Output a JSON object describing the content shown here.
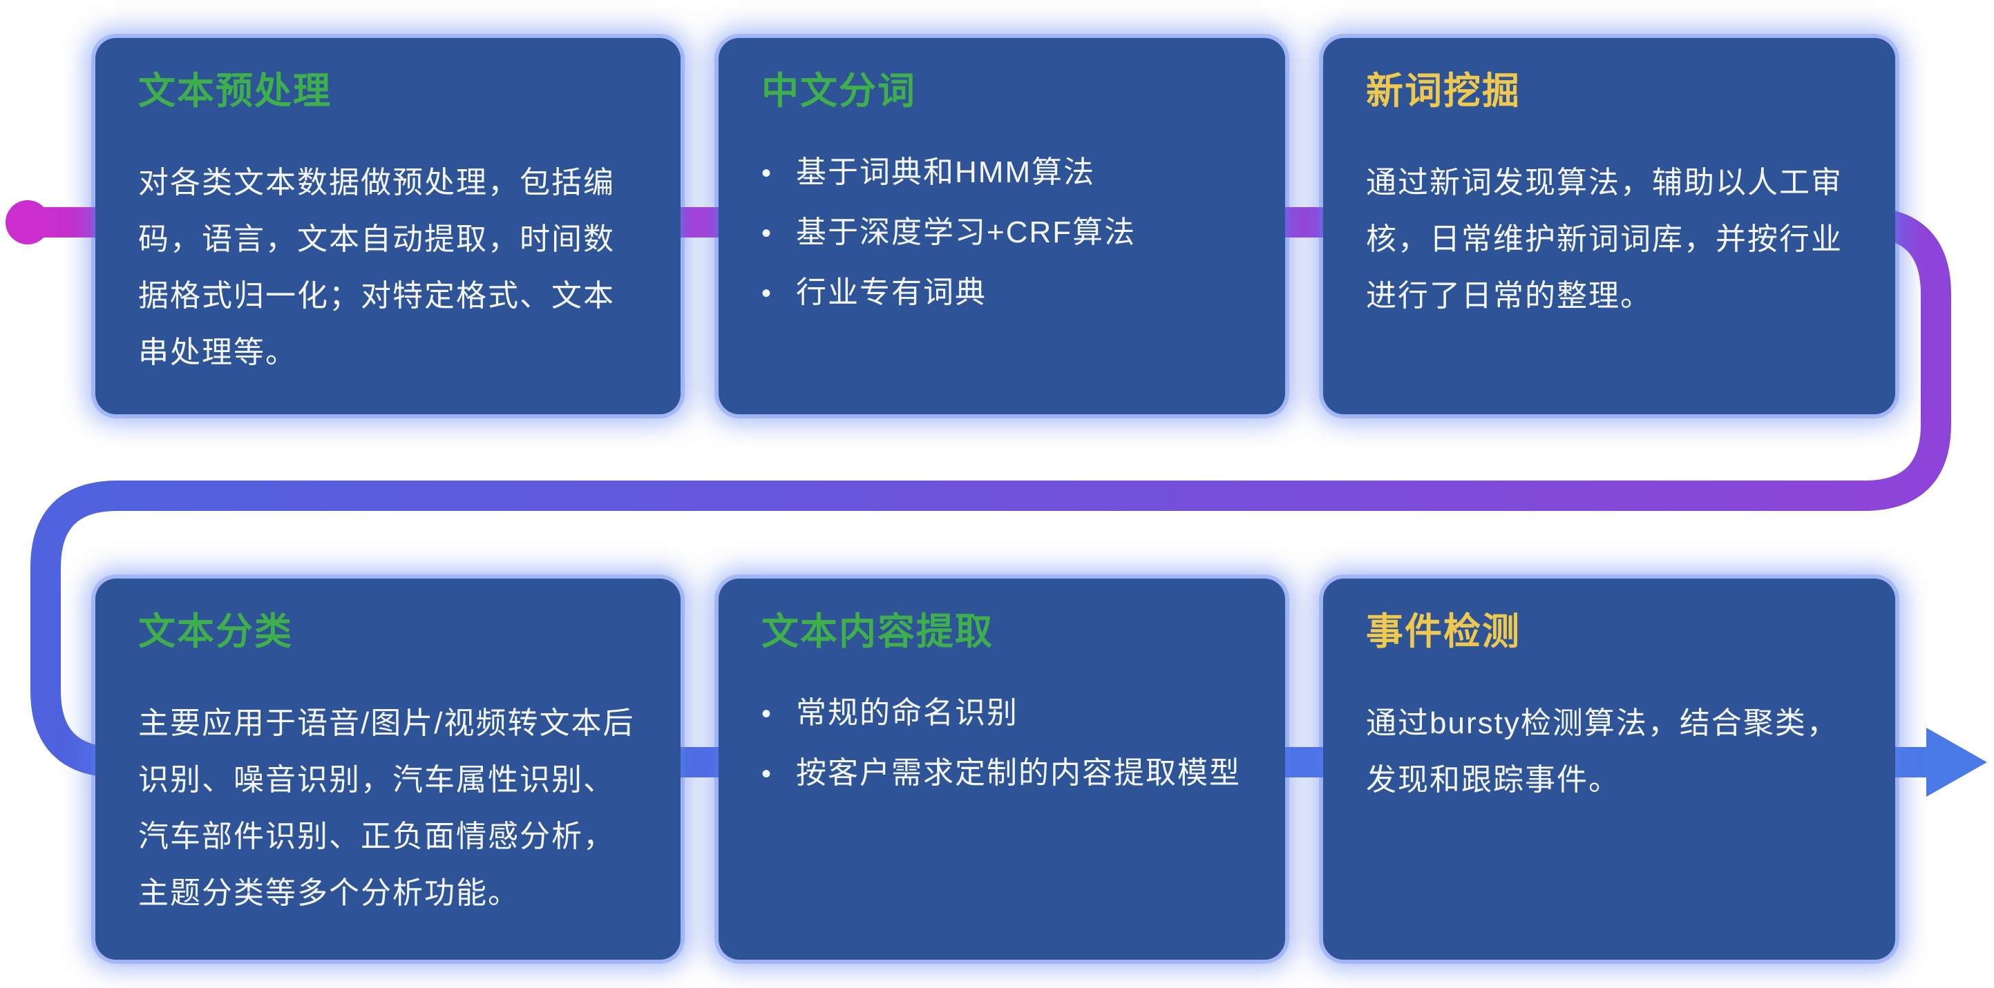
{
  "theme": {
    "page-bg": "#ffffff",
    "card-bg": "#2e5396",
    "card-glow": "rgba(88,124,238,0.50)",
    "card-glow-soft": "rgba(88,124,238,0.30)",
    "title-green": "#3fae4d",
    "title-yellow": "#eec84f",
    "body-text": "#f4f7fd",
    "flow-magenta": "#cb2dce",
    "flow-purple": "#8e44d8",
    "flow-blue-mid": "#4f63de",
    "flow-blue": "#4a7ae8"
  },
  "flow": {
    "start_marker": "dot",
    "end_marker": "arrow-right"
  },
  "cards": [
    {
      "title": "文本预处理",
      "accent": "green",
      "body": "对各类文本数据做预处理，包括编码，语言，文本自动提取，时间数据格式归一化；对特定格式、文本串处理等。"
    },
    {
      "title": "中文分词",
      "accent": "green",
      "bullets": [
        "基于词典和HMM算法",
        "基于深度学习+CRF算法",
        "行业专有词典"
      ]
    },
    {
      "title": "新词挖掘",
      "accent": "yellow",
      "body": "通过新词发现算法，辅助以人工审核，日常维护新词词库，并按行业进行了日常的整理。"
    },
    {
      "title": "文本分类",
      "accent": "green",
      "body": "主要应用于语音/图片/视频转文本后识别、噪音识别，汽车属性识别、汽车部件识别、正负面情感分析，主题分类等多个分析功能。"
    },
    {
      "title": "文本内容提取",
      "accent": "green",
      "bullets": [
        "常规的命名识别",
        "按客户需求定制的内容提取模型"
      ]
    },
    {
      "title": "事件检测",
      "accent": "yellow",
      "body": "通过bursty检测算法，结合聚类，发现和跟踪事件。"
    }
  ]
}
